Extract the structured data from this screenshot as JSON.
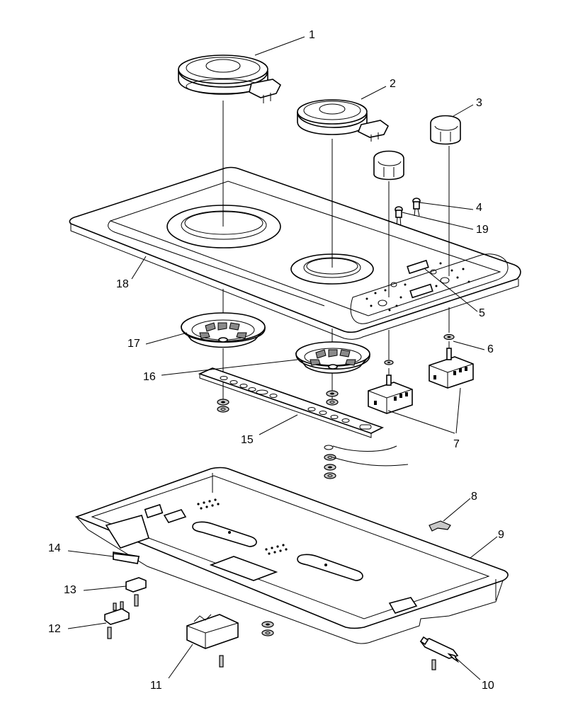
{
  "diagram": {
    "labels": [
      "1",
      "2",
      "3",
      "4",
      "19",
      "5",
      "6",
      "7",
      "8",
      "9",
      "10",
      "11",
      "12",
      "13",
      "14",
      "15",
      "16",
      "17",
      "18"
    ]
  }
}
